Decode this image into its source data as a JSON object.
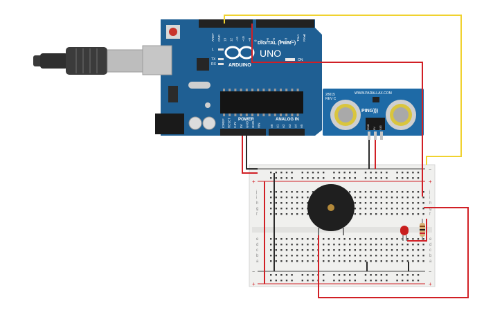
{
  "arduino": {
    "digital_label": "DIGITAL (PWM~)",
    "board_name": "UNO",
    "brand": "ARDUINO",
    "power_label": "POWER",
    "analog_label": "ANALOG IN",
    "on_label": "ON",
    "tx_label": "TX",
    "rx_label": "RX",
    "l_label": "L",
    "top_pins": [
      "AREF",
      "GND",
      "13",
      "12",
      "~11",
      "~10",
      "~9",
      "8",
      "7",
      "~6",
      "~5",
      "4",
      "~3",
      "2",
      "TX▸1",
      "RX◂0"
    ],
    "power_pins": [
      "IOREF",
      "RESET",
      "3.3V",
      "5V",
      "GND",
      "GND",
      "VIN"
    ],
    "analog_pins": [
      "A0",
      "A1",
      "A2",
      "A3",
      "A4",
      "A5"
    ]
  },
  "sensor": {
    "brand": "WWW.PARALLAX.COM",
    "model": "PING)))",
    "part": "28015",
    "rev": "REV C",
    "pins": [
      "GND",
      "5V",
      "SIG"
    ]
  },
  "breadboard": {
    "row_letters_top": [
      "j",
      "i",
      "h",
      "g",
      "f"
    ],
    "row_letters_bottom": [
      "e",
      "d",
      "c",
      "b",
      "a"
    ],
    "plus": "+",
    "minus": "−"
  },
  "colors": {
    "board": "#1f5f93",
    "board_dark": "#16496f",
    "wire_red": "#d11f25",
    "wire_yellow": "#f0d22f",
    "wire_black": "#2a2a2a",
    "sensor_body": "#1e6aa6",
    "breadboard": "#f0f0ee"
  }
}
